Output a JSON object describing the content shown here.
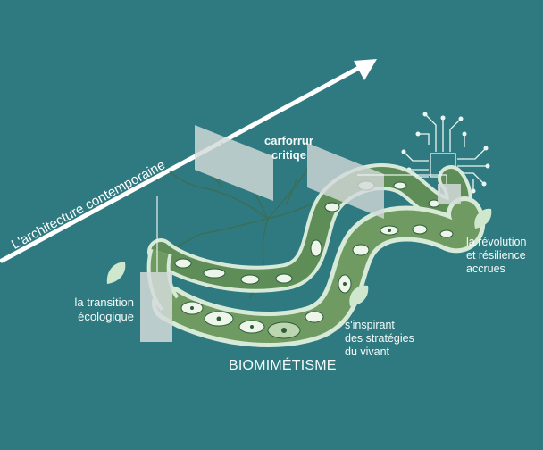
{
  "diagram": {
    "arrow_label": "L'architecture contemporaine",
    "center_title": "carforrur\ncritiqe",
    "left_label": "la transition\nécologique",
    "right_label": "la révolution\net résilience\naccrues",
    "bottom_right_label": "s'inspirant\ndes stratégies\ndu vivant",
    "main_label": "BIOMIMÉTISME"
  },
  "colors": {
    "background": "#2f7a80",
    "river_outer": "#d7ead7",
    "river_fill": "#6f9b62",
    "cell_fill": "#eef6ec",
    "leaf": "#cfe8cd",
    "pane": "#d3dad9"
  }
}
